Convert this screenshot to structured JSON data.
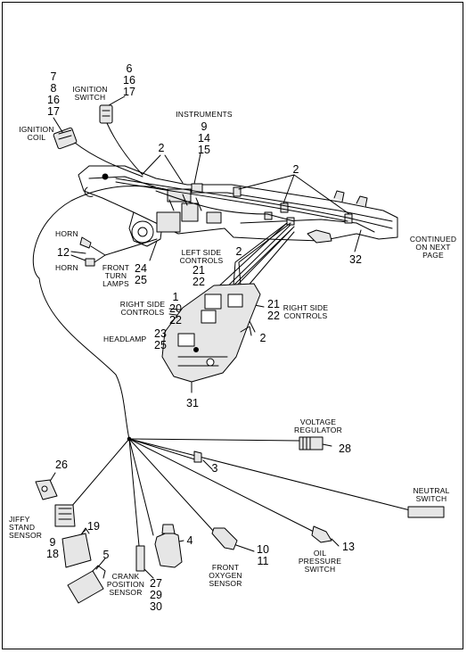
{
  "colors": {
    "line": "#000000",
    "part_fill": "#e6e6e6",
    "background": "#ffffff"
  },
  "labels": {
    "ignition_coil": "IGNITION\nCOIL",
    "ignition_switch": "IGNITION\nSWITCH",
    "instruments": "INSTRUMENTS",
    "horn_top": "HORN",
    "horn_bottom": "HORN",
    "front_turn_lamps": "FRONT\nTURN\nLAMPS",
    "left_side_controls": "LEFT SIDE\nCONTROLS",
    "right_side_controls_left": "RIGHT SIDE\nCONTROLS",
    "right_side_controls_right": "RIGHT SIDE\nCONTROLS",
    "headlamp": "HEADLAMP",
    "continued": "CONTINUED\nON NEXT\nPAGE",
    "voltage_regulator": "VOLTAGE\nREGULATOR",
    "neutral_switch": "NEUTRAL\nSWITCH",
    "jiffy_stand_sensor": "JIFFY\nSTAND\nSENSOR",
    "crank_position_sensor": "CRANK\nPOSITION\nSENSOR",
    "front_oxygen_sensor": "FRONT OXYGEN\nSENSOR",
    "oil_pressure_switch": "OIL\nPRESSURE\nSWITCH"
  },
  "callouts": {
    "coil_refs": "7\n8\n16\n17",
    "switch_refs": "6\n16\n17",
    "instruments_refs": "9\n14\n15",
    "clip_left": "2",
    "clip_right": "2",
    "horn_ref": "12",
    "turn_lamps_refs": "24\n25",
    "left_controls_refs": "21\n22",
    "clip_controls": "2",
    "right_controls_left_refs": "1\n20\n22",
    "right_controls_right_refs": "21\n22",
    "clip_headlamp": "2",
    "headlamp_refs": "23\n25",
    "nacelle_ref": "31",
    "harness_ref": "32",
    "regulator_ref": "28",
    "ground_ref": "3",
    "jiffy_ref": "26",
    "jiffy_conn_refs": "9\n18",
    "part_19": "19",
    "part_5": "5",
    "part_4": "4",
    "crank_refs": "27\n29\n30",
    "oxygen_refs": "10\n11",
    "oil_ref": "13"
  }
}
